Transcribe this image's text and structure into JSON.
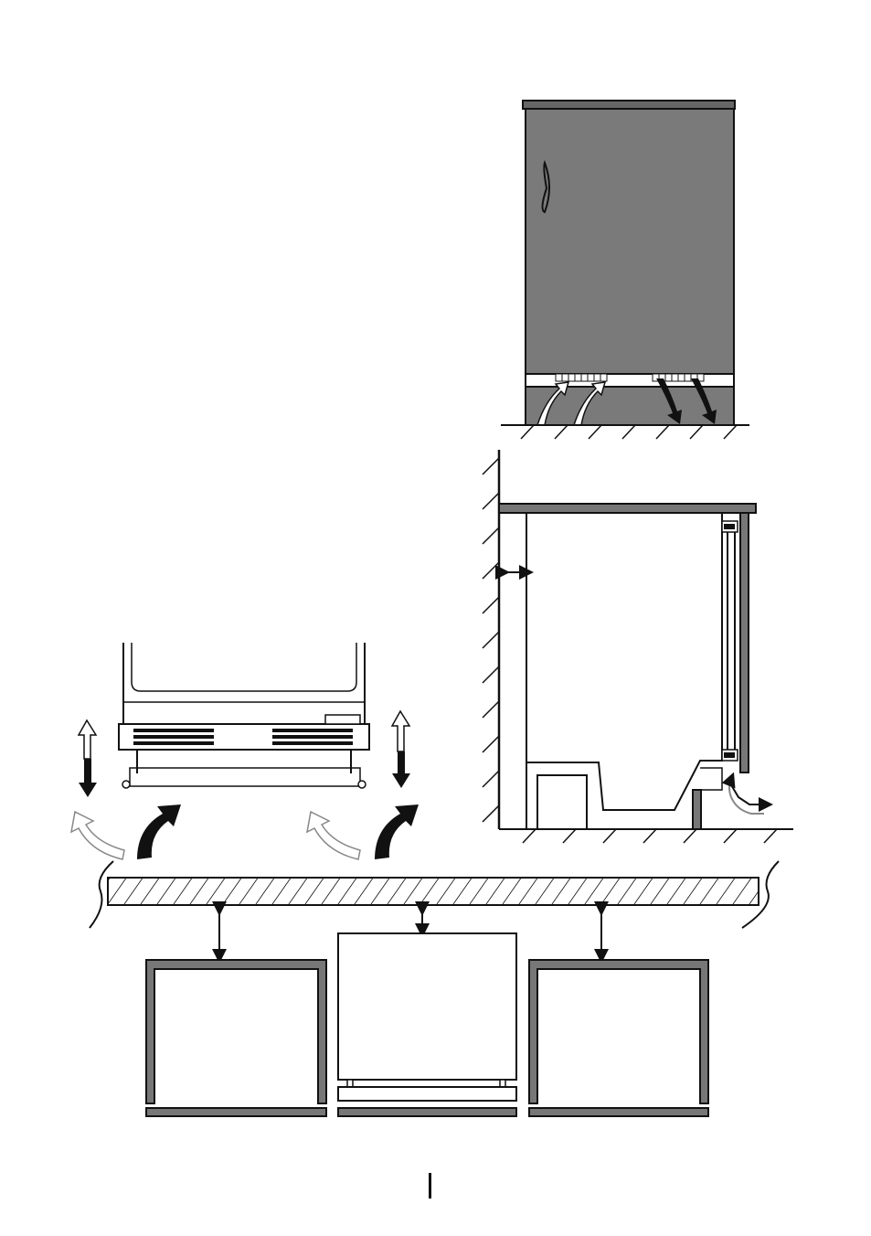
{
  "diagram": {
    "kind": "installation-ventilation-illustration",
    "labels": [],
    "colors": {
      "line": "#111111",
      "body_fill": "#7a7a7a",
      "panel_fill": "#777777",
      "board_fill": "#ffffff",
      "hatch": "#111111",
      "cool_arrow_fill": "#ffffff",
      "warm_arrow_fill": "#111111"
    },
    "figures": {
      "front_view": {
        "name": "refrigerator-front-view",
        "icons": [
          "door-handle-icon",
          "intake-arrow-icon",
          "exhaust-arrow-icon"
        ]
      },
      "side_view": {
        "name": "built-in-side-section",
        "icons": [
          "wall-gap-arrow-icon",
          "airflow-arrow-icon"
        ]
      },
      "plinth_view": {
        "name": "plinth-airflow-detail",
        "icons": [
          "adjust-arrow-icon",
          "airflow-arrow-icon"
        ]
      },
      "worktop_view": {
        "name": "worktop-clearance-detail",
        "icons": [
          "clearance-arrow-icon"
        ]
      }
    }
  }
}
